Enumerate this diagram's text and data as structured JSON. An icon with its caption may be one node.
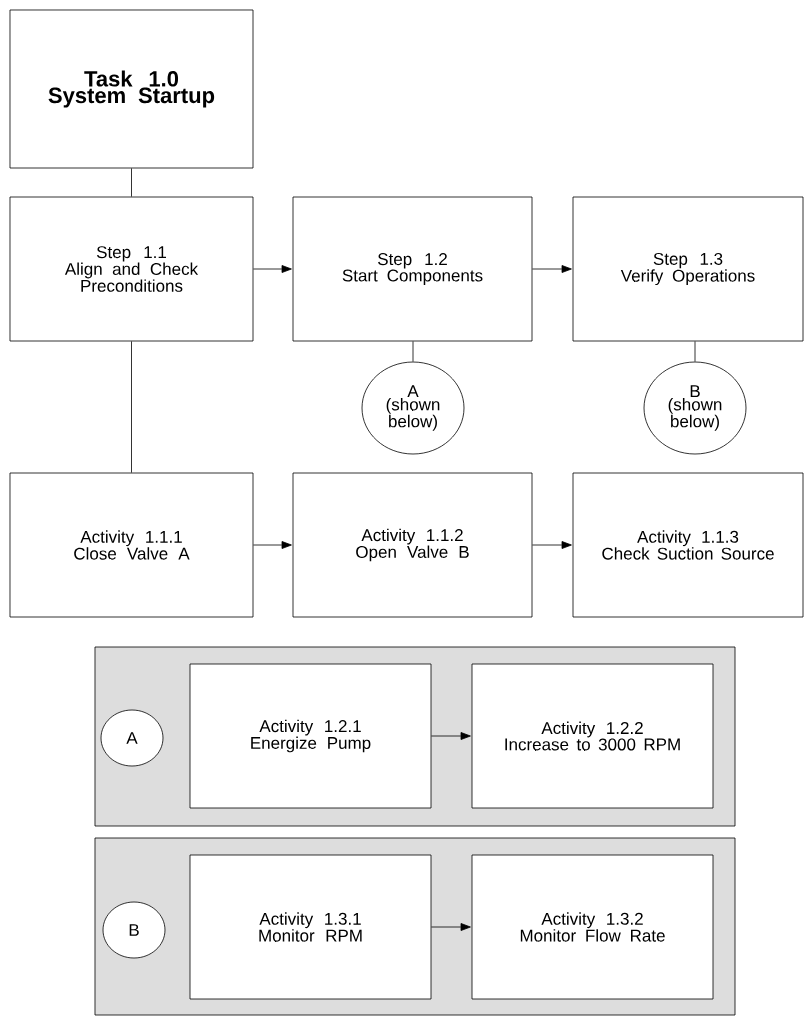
{
  "diagram": {
    "nodes": [
      {
        "text": [
          "Task 1.0",
          "System Startup"
        ]
      },
      {
        "text": [
          "Step 1.1",
          "Align and Check Preconditions"
        ]
      },
      {
        "text": [
          "Step 1.2",
          "Start Components"
        ]
      },
      {
        "text": [
          "Step 1.3",
          "Verify Operations"
        ]
      },
      {
        "text": [
          "A",
          "(shown below)"
        ]
      },
      {
        "text": [
          "B",
          "(shown below)"
        ]
      },
      {
        "text": [
          "Activity 1.1.1",
          "Close Valve A"
        ]
      },
      {
        "text": [
          "Activity 1.1.2",
          "Open Valve B"
        ]
      },
      {
        "text": [
          "Activity 1.1.3",
          "Check Suction Source"
        ]
      },
      {
        "text": [],
        "shape": "box"
      },
      {
        "text": [
          "A"
        ],
        "in": 9
      },
      {
        "text": [
          "Activity 1.2.1",
          "Energize Pump"
        ],
        "in": 9
      },
      {
        "text": [
          "Activity 1.2.2",
          "Increase to 3000 RPM"
        ],
        "in": 9
      },
      {
        "text": [],
        "shape": "box"
      },
      {
        "text": [
          "B"
        ],
        "in": 13
      },
      {
        "text": [
          "Activity 1.3.1",
          "Monitor RPM"
        ],
        "in": 13
      },
      {
        "text": [
          "Activity 1.3.2",
          "Monitor Flow Rate"
        ],
        "in": 13
      }
    ],
    "edges": [
      {
        "from": 0,
        "to": 1,
        "arrow": "none"
      },
      {
        "from": 1,
        "to": 2,
        "arrow": "to"
      },
      {
        "from": 2,
        "to": 3,
        "arrow": "to"
      },
      {
        "from": 2,
        "to": 4,
        "arrow": "none"
      },
      {
        "from": 3,
        "to": 5,
        "arrow": "none"
      },
      {
        "from": 1,
        "to": 6,
        "arrow": "none"
      },
      {
        "from": 6,
        "to": 7,
        "arrow": "to"
      },
      {
        "from": 7,
        "to": 8,
        "arrow": "to"
      },
      {
        "from": 11,
        "to": 12,
        "arrow": "to"
      },
      {
        "from": 15,
        "to": 16,
        "arrow": "to"
      }
    ]
  }
}
